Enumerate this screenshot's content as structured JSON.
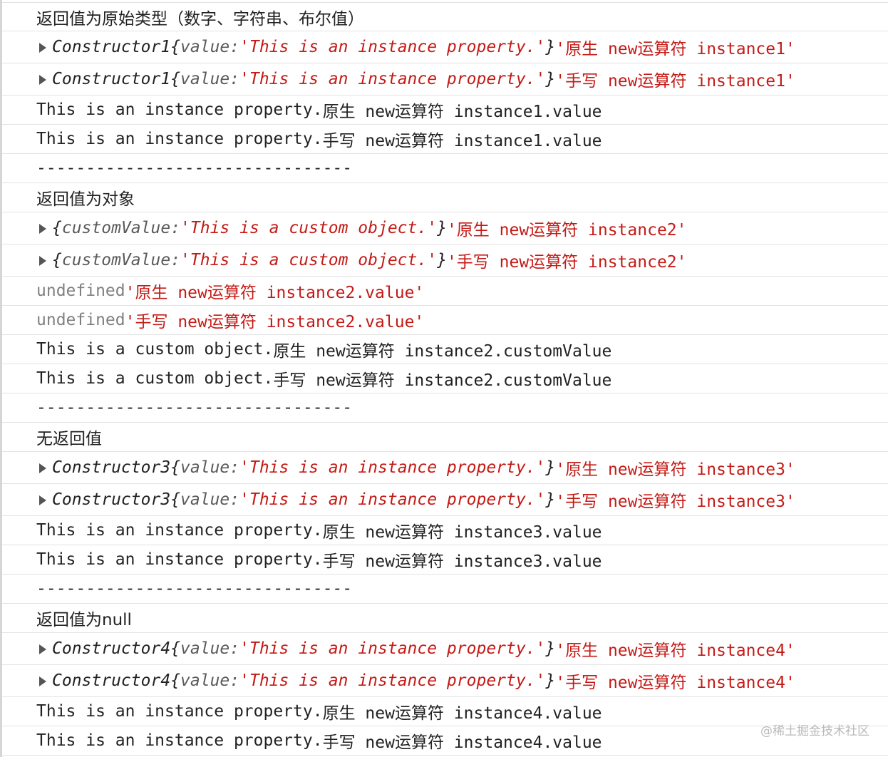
{
  "sections": [
    {
      "heading": "返回值为原始类型（数字、字符串、布尔值）",
      "objects": [
        {
          "ctor": "Constructor1",
          "open": "{",
          "key": "value",
          "colon": ":",
          "str": "'This is an instance property.'",
          "close": "}",
          "label": "'原生 new运算符 instance1'"
        },
        {
          "ctor": "Constructor1",
          "open": "{",
          "key": "value",
          "colon": ":",
          "str": "'This is an instance property.'",
          "close": "}",
          "label": "'手写 new运算符 instance1'"
        }
      ],
      "lines": [
        {
          "value": "This is an instance property.",
          "value_color": "dark",
          "label": "原生 new运算符 instance1.value",
          "label_color": "dark"
        },
        {
          "value": "This is an instance property.",
          "value_color": "dark",
          "label": "手写 new运算符 instance1.value",
          "label_color": "dark"
        }
      ],
      "separator": "--------------------------------"
    },
    {
      "heading": "返回值为对象",
      "objects": [
        {
          "ctor": "",
          "open": "{",
          "key": "customValue",
          "colon": ":",
          "str": "'This is a custom object.'",
          "close": "}",
          "label": "'原生 new运算符 instance2'"
        },
        {
          "ctor": "",
          "open": "{",
          "key": "customValue",
          "colon": ":",
          "str": "'This is a custom object.'",
          "close": "}",
          "label": "'手写 new运算符 instance2'"
        }
      ],
      "lines": [
        {
          "value": "undefined",
          "value_color": "gray",
          "label": "'原生 new运算符 instance2.value'",
          "label_color": "red"
        },
        {
          "value": "undefined",
          "value_color": "gray",
          "label": "'手写 new运算符 instance2.value'",
          "label_color": "red"
        },
        {
          "value": "This is a custom object.",
          "value_color": "dark",
          "label": "原生 new运算符 instance2.customValue",
          "label_color": "dark"
        },
        {
          "value": "This is a custom object.",
          "value_color": "dark",
          "label": "手写 new运算符 instance2.customValue",
          "label_color": "dark"
        }
      ],
      "separator": "--------------------------------"
    },
    {
      "heading": "无返回值",
      "objects": [
        {
          "ctor": "Constructor3",
          "open": "{",
          "key": "value",
          "colon": ":",
          "str": "'This is an instance property.'",
          "close": "}",
          "label": "'原生 new运算符 instance3'"
        },
        {
          "ctor": "Constructor3",
          "open": "{",
          "key": "value",
          "colon": ":",
          "str": "'This is an instance property.'",
          "close": "}",
          "label": "'手写 new运算符 instance3'"
        }
      ],
      "lines": [
        {
          "value": "This is an instance property.",
          "value_color": "dark",
          "label": "原生 new运算符 instance3.value",
          "label_color": "dark"
        },
        {
          "value": "This is an instance property.",
          "value_color": "dark",
          "label": "手写 new运算符 instance3.value",
          "label_color": "dark"
        }
      ],
      "separator": "--------------------------------"
    },
    {
      "heading": "返回值为null",
      "objects": [
        {
          "ctor": "Constructor4",
          "open": "{",
          "key": "value",
          "colon": ":",
          "str": "'This is an instance property.'",
          "close": "}",
          "label": "'原生 new运算符 instance4'"
        },
        {
          "ctor": "Constructor4",
          "open": "{",
          "key": "value",
          "colon": ":",
          "str": "'This is an instance property.'",
          "close": "}",
          "label": "'手写 new运算符 instance4'"
        }
      ],
      "lines": [
        {
          "value": "This is an instance property.",
          "value_color": "dark",
          "label": "原生 new运算符 instance4.value",
          "label_color": "dark"
        },
        {
          "value": "This is an instance property.",
          "value_color": "dark",
          "label": "手写 new运算符 instance4.value",
          "label_color": "dark"
        }
      ],
      "separator": ""
    }
  ],
  "watermark": "@稀土掘金技术社区"
}
